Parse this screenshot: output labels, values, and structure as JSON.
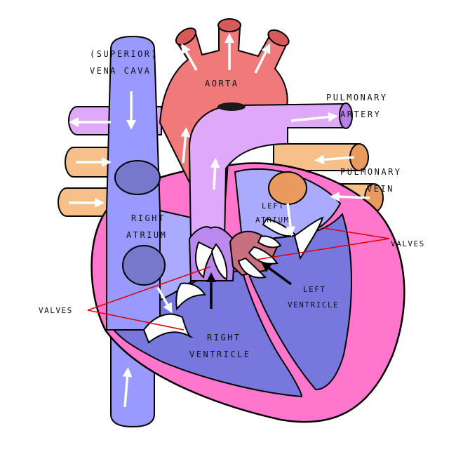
{
  "labels": {
    "superior_line1": "(SUPERIOR)",
    "superior_line2": "VENA CAVA",
    "aorta": "AORTA",
    "pulmonary_artery_line1": "PULMONARY",
    "pulmonary_artery_line2": "ARTERY",
    "pulmonary_vein_line1": "PULMONARY",
    "pulmonary_vein_line2": "VEIN",
    "right_atrium_line1": "RIGHT",
    "right_atrium_line2": "ATRIUM",
    "left_atrium_line1": "LEFT",
    "left_atrium_line2": "ATRIUM",
    "valves_right": "VALVES",
    "valves_left": "VALVES",
    "left_ventricle_line1": "LEFT",
    "left_ventricle_line2": "VENTRICLE",
    "right_ventricle_line1": "RIGHT",
    "right_ventricle_line2": "VENTRICLE"
  },
  "colors": {
    "vena_cava": "#9999ff",
    "atrium_chamber": "#aaaaff",
    "ventricle_chamber": "#7777dd",
    "heart_wall": "#ff77cc",
    "aorta": "#f07a7a",
    "pulmonary_artery": "#e0a8f8",
    "pulmonary_vein": "#f7bf8a",
    "valve": "#ffffff",
    "pointer_line": "#dd0000"
  }
}
